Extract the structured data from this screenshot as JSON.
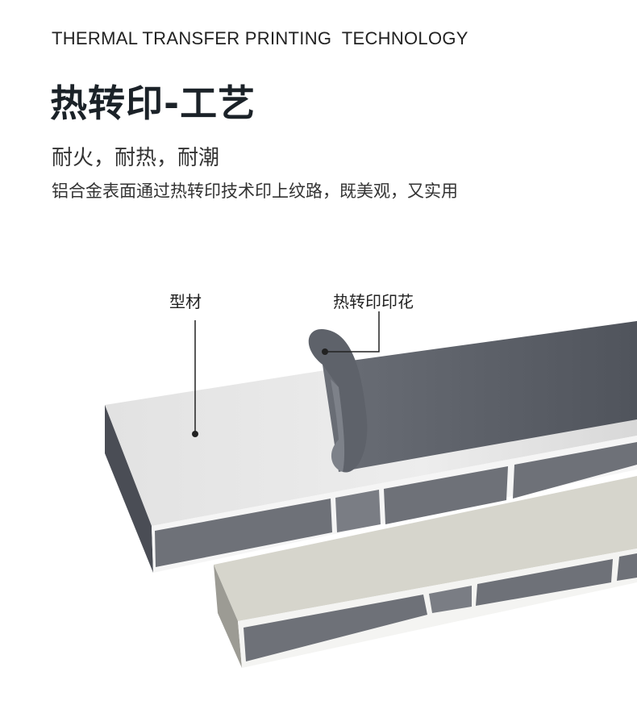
{
  "header": {
    "subtitle_en": "THERMAL TRANSFER PRINTING  TECHNOLOGY",
    "title": "热转印-工艺",
    "features": "耐火，耐热，耐潮",
    "description": "铝合金表面通过热转印技术印上纹路，既美观，又实用"
  },
  "illustration": {
    "label_profile": "型材",
    "label_print": "热转印印花",
    "colors": {
      "film": "#5b5f67",
      "profile_top": "#e4e4e4",
      "profile_lower_top": "#d6d5cc",
      "cell": "#6e7178"
    }
  }
}
